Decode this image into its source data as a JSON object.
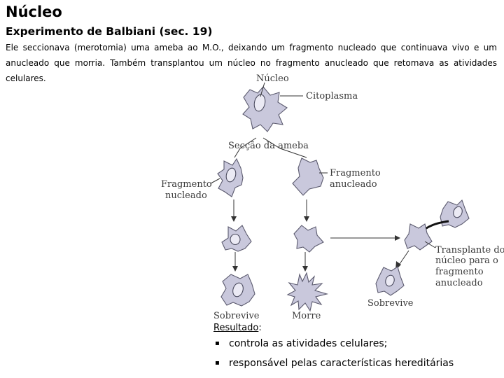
{
  "header": {
    "title": "Núcleo",
    "subtitle": "Experimento de Balbiani (sec. 19)",
    "intro": "Ele seccionava (merotomia) uma ameba ao M.O., deixando um fragmento nucleado que continuava vivo e um anucleado que morria. Também transplantou um núcleo no fragmento anucleado que retomava as atividades celulares."
  },
  "diagram": {
    "labels": {
      "nucleus": "Núcleo",
      "cytoplasm": "Citoplasma",
      "section": "Secção da ameba",
      "nucleated_1": "Fragmento",
      "nucleated_2": "nucleado",
      "anucleated_1": "Fragmento",
      "anucleated_2": "anucleado",
      "survives_left": "Sobrevive",
      "dies": "Morre",
      "transplant_1": "Transplante do",
      "transplant_2": "núcleo para o",
      "transplant_3": "fragmento",
      "transplant_4": "anucleado",
      "survives_right": "Sobrevive"
    },
    "colors": {
      "cell": "#c9c8dc",
      "outline": "#5b5a6e",
      "nucleus": "#ebeaf4"
    }
  },
  "result": {
    "title": "Resultado",
    "colon": ":",
    "bullet_symbol": "▪",
    "items": [
      "controla as atividades celulares;",
      "responsável pelas características hereditárias"
    ]
  }
}
